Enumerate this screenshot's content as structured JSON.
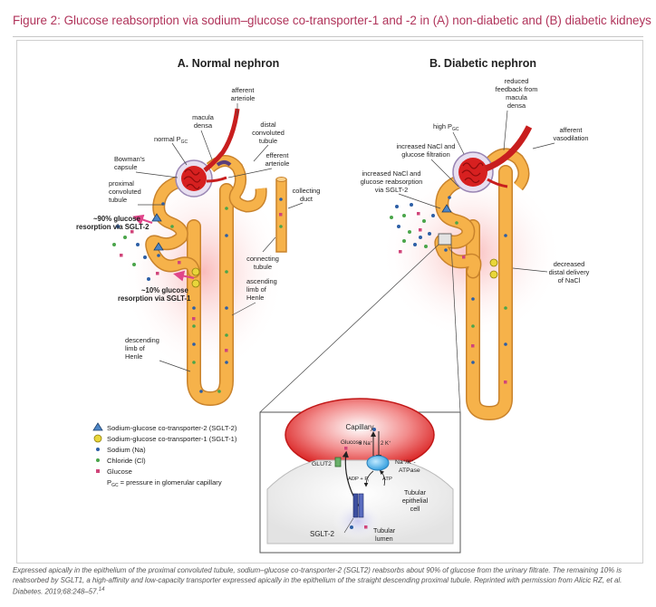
{
  "figure": {
    "title": "Figure 2: Glucose reabsorption via sodium–glucose co-transporter-1 and -2 in (A) non-diabetic and (B) diabetic kidneys",
    "caption": "Expressed apically in the epithelium of the proximal convoluted tubule, sodium–glucose co-transporter-2 (SGLT2) reabsorbs about 90% of glucose from the urinary filtrate. The remaining 10% is reabsorbed by SGLT1, a high-affinity and low-capacity transporter expressed apically in the epithelium of the straight descending proximal tubule. Reprinted with permission from Alicic RZ, et al. Diabetes. 2019;68:248–57.",
    "caption_ref": "14"
  },
  "panel_a": {
    "heading": "A. Normal nephron",
    "labels": {
      "afferent_1": "afferent",
      "afferent_2": "arteriole",
      "macula_1": "macula",
      "macula_2": "densa",
      "normal_pgc": "normal P",
      "pgc_sub": "GC",
      "distal_1": "distal",
      "distal_2": "convoluted",
      "distal_3": "tubule",
      "bowman_1": "Bowman's",
      "bowman_2": "capsule",
      "efferent_1": "efferent",
      "efferent_2": "arteriole",
      "proximal_1": "proximal",
      "proximal_2": "convoluted",
      "proximal_3": "tubule",
      "collecting_1": "collecting",
      "collecting_2": "duct",
      "sglt2_1": "~90% glucose",
      "sglt2_2": "resorption via SGLT-2",
      "connecting_1": "connecting",
      "connecting_2": "tubule",
      "sglt1_1": "~10% glucose",
      "sglt1_2": "resorption via SGLT-1",
      "ascending_1": "ascending",
      "ascending_2": "limb of",
      "ascending_3": "Henle",
      "descending_1": "descending",
      "descending_2": "limb of",
      "descending_3": "Henle"
    }
  },
  "panel_b": {
    "heading": "B. Diabetic nephron",
    "labels": {
      "reduced_1": "reduced",
      "reduced_2": "feedback from",
      "reduced_3": "macula",
      "reduced_4": "densa",
      "high_pgc": "high P",
      "pgc_sub": "GC",
      "afferent_1": "afferent",
      "afferent_2": "vasodilation",
      "nacl_filt_1": "increased NaCl and",
      "nacl_filt_2": "glucose filtration",
      "nacl_reab_1": "increased NaCl and",
      "nacl_reab_2": "glucose reabsorption",
      "nacl_reab_3": "via SGLT-2",
      "decreased_1": "decreased",
      "decreased_2": "distal delivery",
      "decreased_3": "of NaCl"
    }
  },
  "legend": {
    "items": [
      {
        "label": "Sodium-glucose co-transporter-2 (SGLT-2)",
        "shape": "triangle",
        "color": "#4d86c6"
      },
      {
        "label": "Sodium-glucose co-transporter-1 (SGLT-1)",
        "shape": "circle",
        "color": "#e9d63a"
      },
      {
        "label": "Sodium (Na)",
        "shape": "dot",
        "color": "#2d5fa6"
      },
      {
        "label": "Chloride (Cl)",
        "shape": "dot",
        "color": "#4aa54a"
      },
      {
        "label": "Glucose",
        "shape": "square",
        "color": "#d0457a"
      }
    ],
    "pgc_symbol": "P",
    "pgc_sub": "GC",
    "pgc_text": "= pressure in glomerular capillary"
  },
  "inset": {
    "capillary": "Capillary",
    "glucose": "Glucose",
    "na": "3 Na",
    "na_sup": "+",
    "k": "2 K",
    "k_sup": "+",
    "glut2": "GLUT2",
    "atpase_1": "Na",
    "atpase_sup1": "+",
    "atpase_2": "/K",
    "atpase_sup2": "+",
    "atpase_3": "-",
    "atpase_4": "ATPase",
    "adp": "ADP + P",
    "adp_sub": "i",
    "atp": "ATP",
    "tubular_1": "Tubular",
    "tubular_2": "epithelial",
    "tubular_3": "cell",
    "sglt2": "SGLT-2",
    "lumen_1": "Tubular",
    "lumen_2": "lumen"
  },
  "colors": {
    "title": "#b0335a",
    "tubule": "#f6b24a",
    "glomerulus": "#d72020",
    "capsule": "#e8dff0",
    "sodium": "#2d5fa6",
    "chloride": "#4aa54a",
    "glucose": "#d0457a",
    "sglt2": "#4d86c6",
    "sglt1": "#e9d63a",
    "arrow": "#e0458a"
  }
}
